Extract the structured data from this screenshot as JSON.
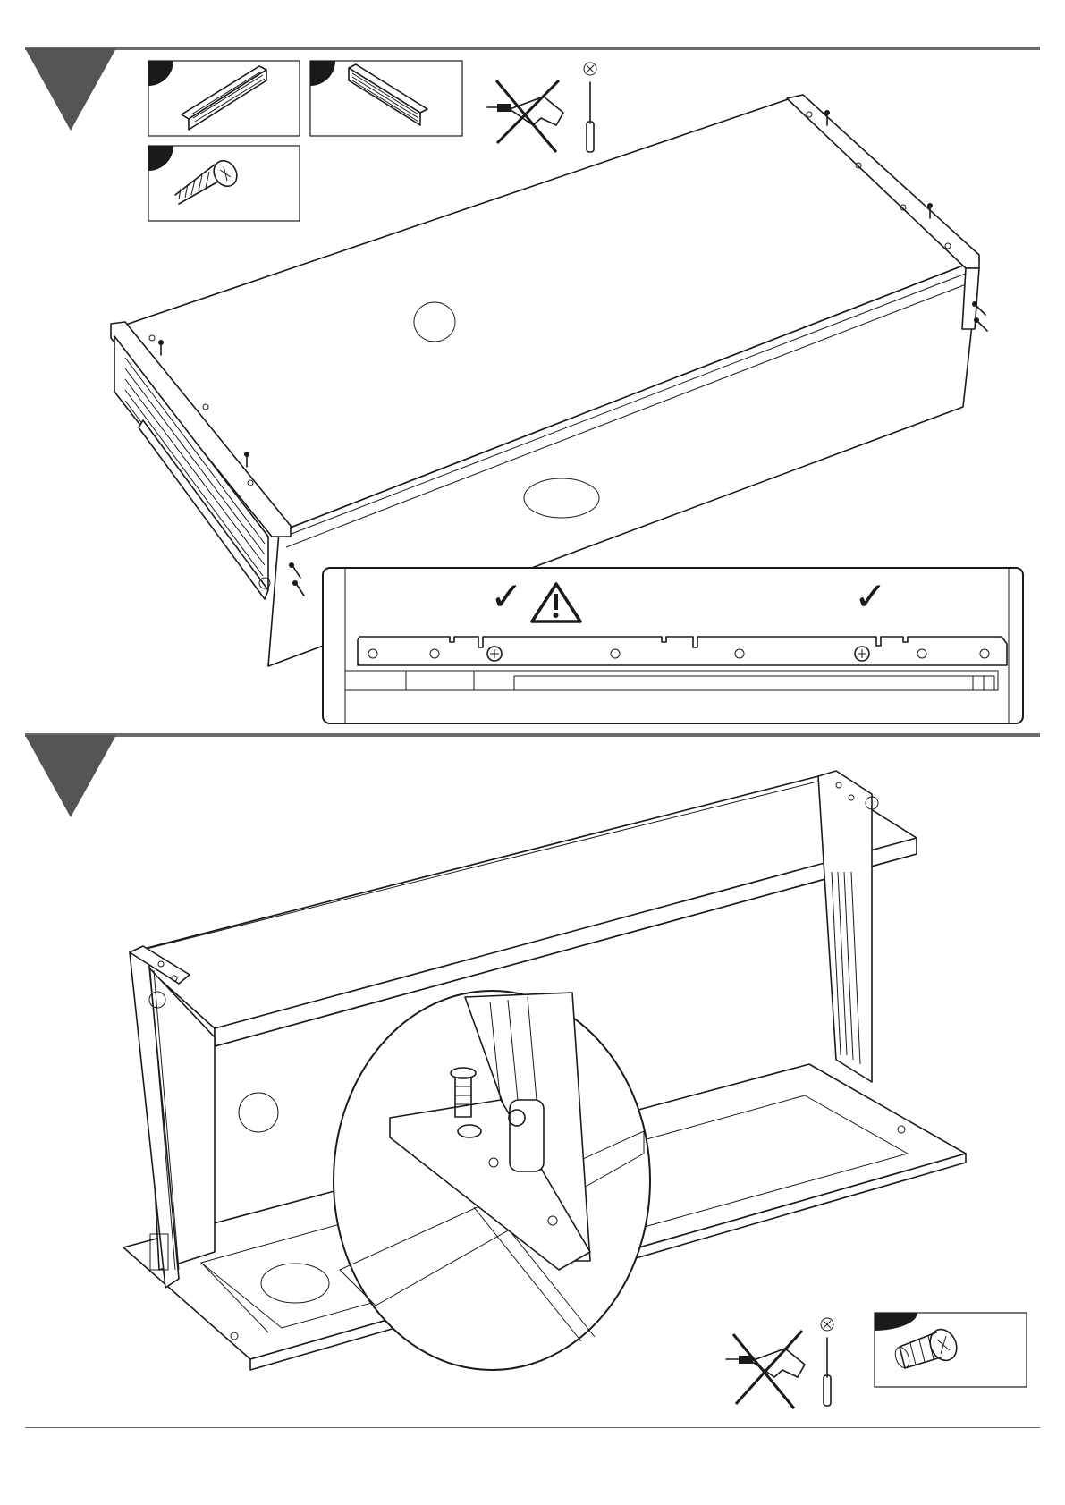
{
  "document": {
    "type": "assembly-instructions",
    "steps": [
      {
        "parts": [
          {
            "icon": "drawer-runner-left-icon"
          },
          {
            "icon": "drawer-runner-right-icon"
          },
          {
            "icon": "chipboard-screw-icon"
          }
        ],
        "tools": {
          "power-drill": "not-allowed",
          "screwdriver": "required"
        },
        "detail": {
          "marks": [
            "check-icon",
            "warning-icon",
            "check-icon"
          ]
        }
      },
      {
        "parts": [
          {
            "icon": "euro-screw-icon"
          }
        ],
        "tools": {
          "power-drill": "not-allowed",
          "screwdriver": "required"
        },
        "detail": {
          "view": "magnified-circle"
        }
      }
    ],
    "colors": {
      "triangle": "#555555",
      "rule": "#6b6b6b",
      "line": "#1a1a1a"
    }
  }
}
